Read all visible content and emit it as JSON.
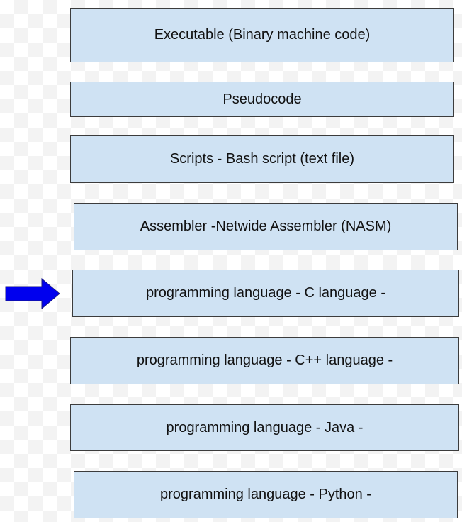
{
  "diagram": {
    "box_fill": "#cfe2f3",
    "box_border": "#3c3c3c",
    "arrow_color": "#0000ee",
    "highlighted_index": 4,
    "boxes": [
      "Executable (Binary machine code)",
      "Pseudocode",
      "Scripts - Bash script (text file)",
      "Assembler -Netwide Assembler (NASM)",
      "programming language - C language -",
      "programming language - C++ language -",
      "programming language - Java -",
      "programming language - Python -"
    ]
  }
}
